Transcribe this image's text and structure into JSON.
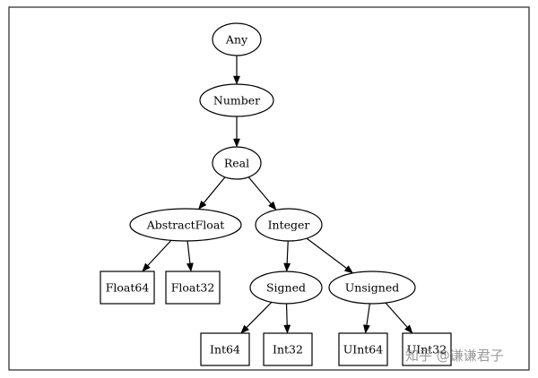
{
  "diagram": {
    "nodes": [
      {
        "id": "any",
        "label": "Any",
        "shape": "ellipse"
      },
      {
        "id": "number",
        "label": "Number",
        "shape": "ellipse"
      },
      {
        "id": "real",
        "label": "Real",
        "shape": "ellipse"
      },
      {
        "id": "abstractfloat",
        "label": "AbstractFloat",
        "shape": "ellipse"
      },
      {
        "id": "integer",
        "label": "Integer",
        "shape": "ellipse"
      },
      {
        "id": "float64",
        "label": "Float64",
        "shape": "box"
      },
      {
        "id": "float32",
        "label": "Float32",
        "shape": "box"
      },
      {
        "id": "signed",
        "label": "Signed",
        "shape": "ellipse"
      },
      {
        "id": "unsigned",
        "label": "Unsigned",
        "shape": "ellipse"
      },
      {
        "id": "int64",
        "label": "Int64",
        "shape": "box"
      },
      {
        "id": "int32",
        "label": "Int32",
        "shape": "box"
      },
      {
        "id": "uint64",
        "label": "UInt64",
        "shape": "box"
      },
      {
        "id": "uint32",
        "label": "UInt32",
        "shape": "box"
      }
    ],
    "edges": [
      {
        "from": "any",
        "to": "number"
      },
      {
        "from": "number",
        "to": "real"
      },
      {
        "from": "real",
        "to": "abstractfloat"
      },
      {
        "from": "real",
        "to": "integer"
      },
      {
        "from": "abstractfloat",
        "to": "float64"
      },
      {
        "from": "abstractfloat",
        "to": "float32"
      },
      {
        "from": "integer",
        "to": "signed"
      },
      {
        "from": "integer",
        "to": "unsigned"
      },
      {
        "from": "signed",
        "to": "int64"
      },
      {
        "from": "signed",
        "to": "int32"
      },
      {
        "from": "unsigned",
        "to": "uint64"
      },
      {
        "from": "unsigned",
        "to": "uint32"
      }
    ]
  },
  "watermark": {
    "text": "知乎 @谦谦君子"
  }
}
